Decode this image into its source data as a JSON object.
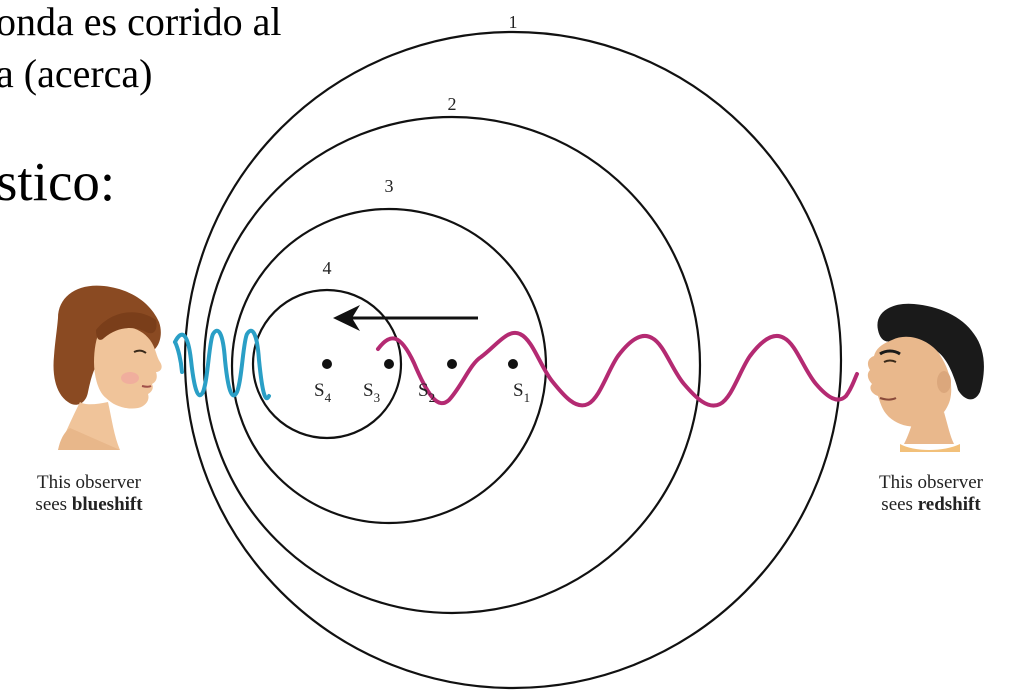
{
  "slide": {
    "line1": "onda es corrido al",
    "line2": "a (acerca)",
    "line3": "stico:"
  },
  "diagram": {
    "wavefront_labels": [
      "1",
      "2",
      "3",
      "4"
    ],
    "source_positions": [
      "S4",
      "S3",
      "S2",
      "S1"
    ],
    "source_labels": {
      "s4_main": "S",
      "s4_sub": "4",
      "s3_main": "S",
      "s3_sub": "3",
      "s2_main": "S",
      "s2_sub": "2",
      "s1_main": "S",
      "s1_sub": "1"
    },
    "left_observer": {
      "caption_line1": "This observer",
      "caption_line2_prefix": "sees ",
      "caption_line2_bold": "blueshift"
    },
    "right_observer": {
      "caption_line1": "This observer",
      "caption_line2_prefix": "sees ",
      "caption_line2_bold": "redshift"
    },
    "colors": {
      "blueshift_wave": "#2a9fc6",
      "redshift_wave": "#b42a72",
      "circles": "#111111",
      "arrow": "#111111",
      "skin": "#f0c49a",
      "left_hair": "#8a4a22",
      "right_hair": "#1a1a1a"
    },
    "icons": [
      "left-observer-face-icon",
      "right-observer-face-icon",
      "motion-arrow-icon"
    ]
  }
}
